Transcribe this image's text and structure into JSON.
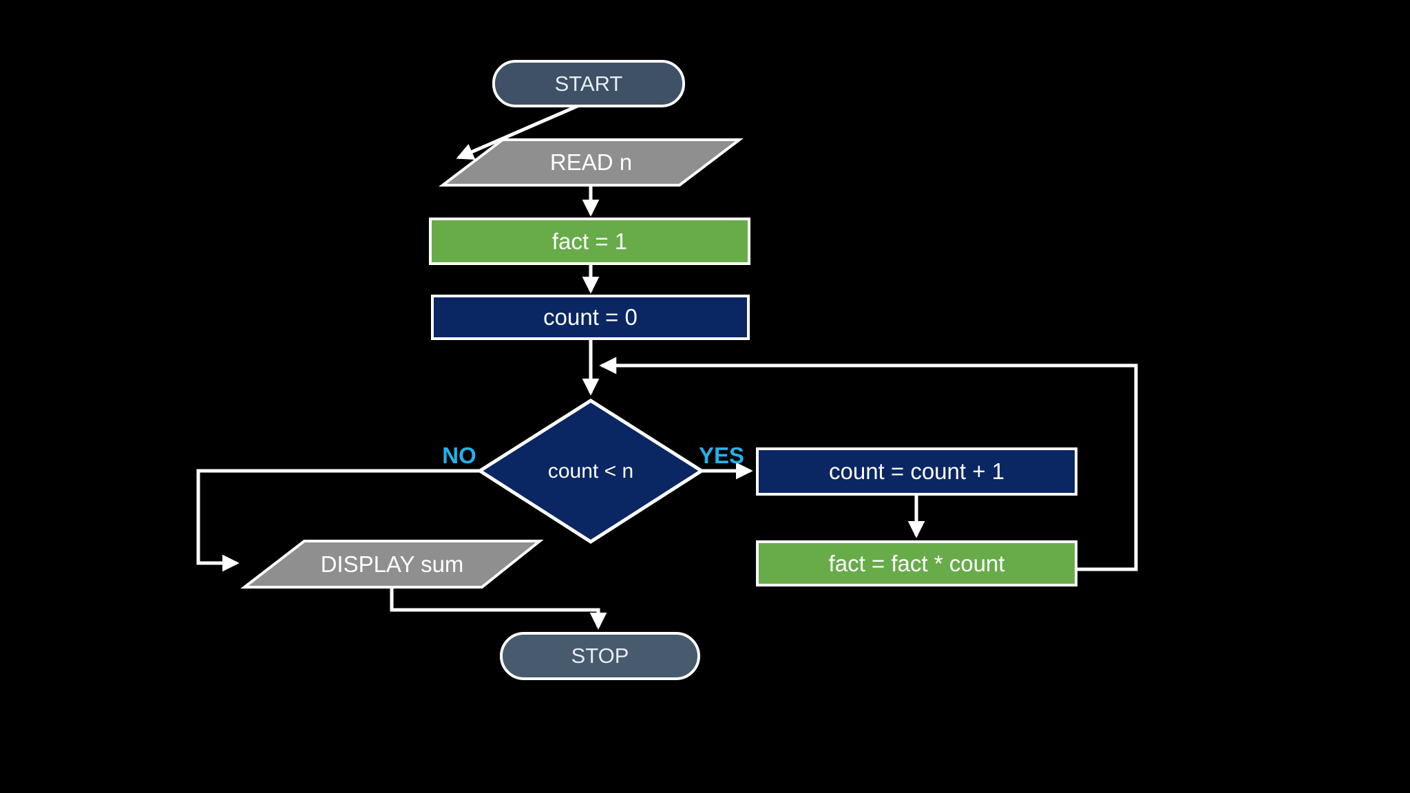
{
  "diagram": {
    "type": "flowchart",
    "background": "#000000",
    "nodes": {
      "start": {
        "label": "START",
        "shape": "terminator"
      },
      "read_n": {
        "label": "READ n",
        "shape": "parallelogram-io"
      },
      "fact_init": {
        "label": "fact = 1",
        "shape": "process"
      },
      "count_init": {
        "label": "count = 0",
        "shape": "process"
      },
      "decision": {
        "label": "count < n",
        "shape": "diamond"
      },
      "increment": {
        "label": "count = count + 1",
        "shape": "process"
      },
      "multiply": {
        "label": "fact = fact * count",
        "shape": "process"
      },
      "display_sum": {
        "label": "DISPLAY sum",
        "shape": "parallelogram-io"
      },
      "stop": {
        "label": "STOP",
        "shape": "terminator"
      }
    },
    "branches": {
      "no": "NO",
      "yes": "YES"
    },
    "colors": {
      "start_fill": "#3e5166",
      "stop_fill": "#475a6e",
      "navy_fill": "#0a2663",
      "green_fill": "#67ac49",
      "gray_fill": "#8f8f8f",
      "branch_label": "#25b1ea",
      "connector": "#ffffff",
      "text": "#ffffff"
    }
  }
}
